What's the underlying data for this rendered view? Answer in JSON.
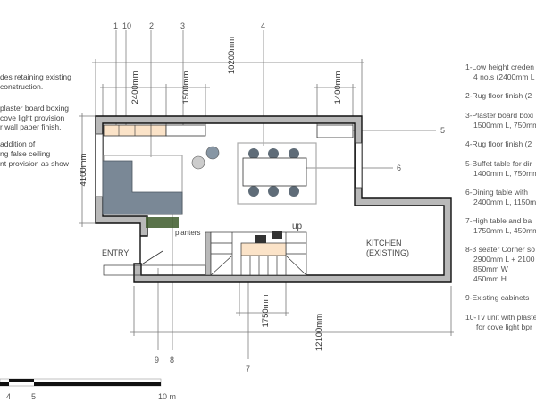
{
  "notes_left": [
    "des retaining existing",
    " construction.",
    "plaster board boxing",
    " cove light provision",
    "r wall paper finish.",
    "addition of",
    "ng false ceiling",
    "nt provision as show"
  ],
  "legend": [
    "1-Low height creden",
    "4 no.s (2400mm L",
    "2-Rug floor finish (2",
    "3-Plaster board boxi",
    "1500mm L, 750mm",
    "4-Rug floor finish (2",
    "5-Buffet table for dir",
    "1400mm L, 750mm",
    "6-Dining table with",
    "2400mm L, 1150mm",
    "7-High table and ba",
    "1750mm L, 450mm",
    "8-3 seater Corner so",
    "2900mm L + 2100",
    "850mm W",
    "450mm H",
    "9-Existing cabinets",
    "10-Tv unit with plaste",
    "for cove light bpr"
  ],
  "dimensions": {
    "total_width": "10200mm",
    "d2400": "2400mm",
    "d1500": "1500mm",
    "d1400": "1400mm",
    "depth": "4100mm",
    "d1750": "1750mm",
    "d12100": "12100mm"
  },
  "callouts": [
    "1",
    "10",
    "2",
    "3",
    "4",
    "5",
    "6",
    "7",
    "8",
    "9"
  ],
  "labels": {
    "entry": "ENTRY",
    "kitchen1": "KITCHEN",
    "kitchen2": "(EXISTING)",
    "planters": "planters",
    "up": "up"
  },
  "scale": {
    "t4": "4",
    "t5": "5",
    "t10": "10 m"
  },
  "colors": {
    "wall": "#b9b9b9",
    "sofa": "#7a8896",
    "wood": "#fbe3c8"
  }
}
